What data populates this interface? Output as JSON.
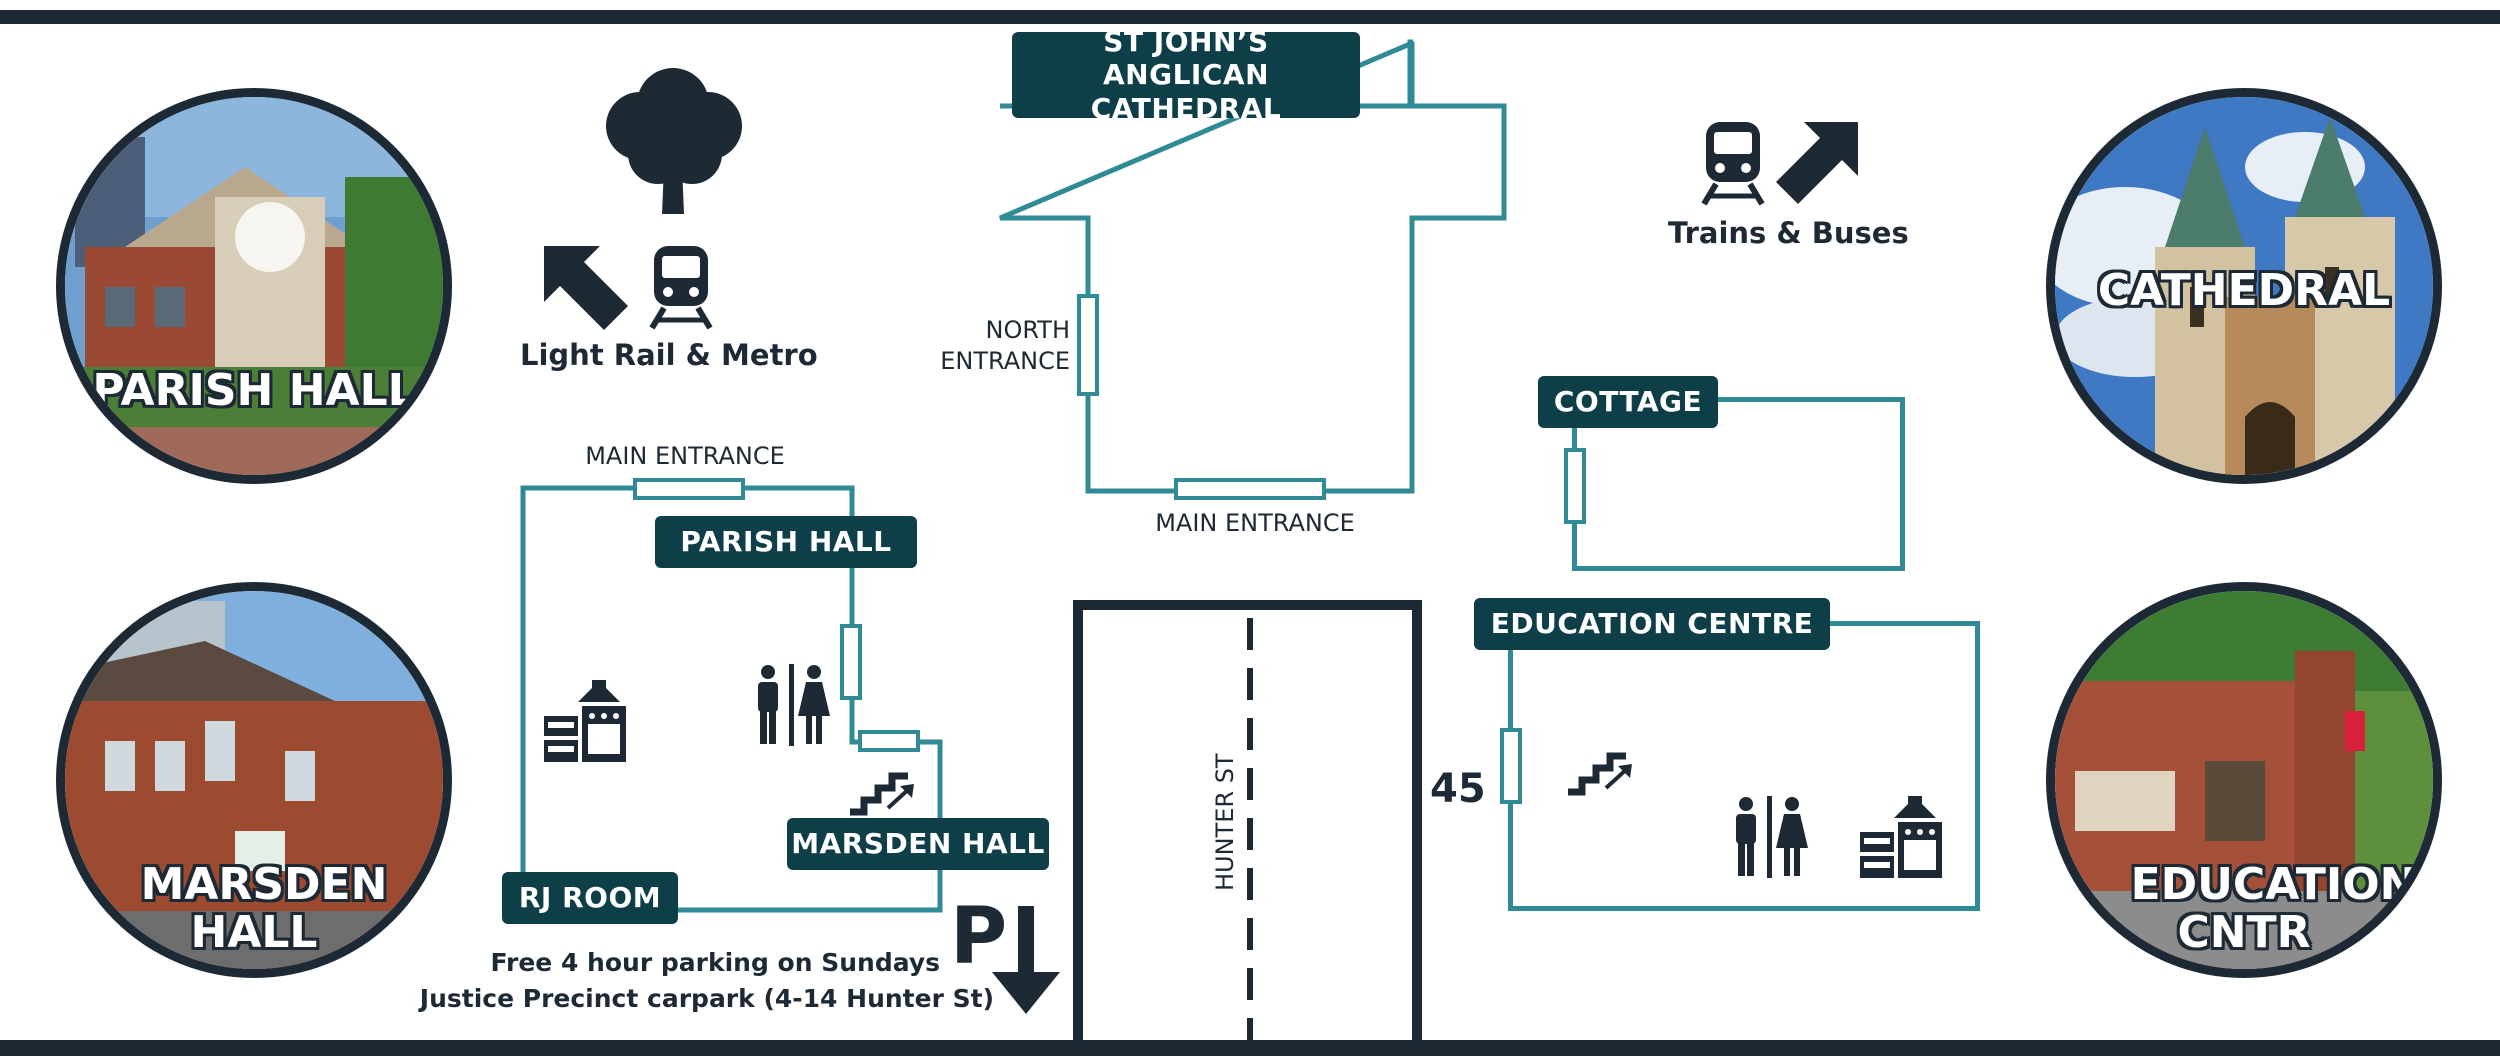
{
  "colors": {
    "navy": "#1d2a36",
    "teal": "#2f8a96",
    "label_bg": "#0e3f48"
  },
  "photos": {
    "parish_hall": "PARISH HALL",
    "marsden_hall": "MARSDEN HALL",
    "cathedral": "CATHEDRAL",
    "education_centre": "EDUCATION CNTR"
  },
  "map": {
    "cathedral_label": "ST JOHN’S ANGLICAN CATHEDRAL",
    "north_entrance": "NORTH ENTRANCE",
    "cathedral_main_entrance": "MAIN ENTRANCE",
    "cottage_label": "COTTAGE",
    "education_centre_label": "EDUCATION CENTRE",
    "street_number": "45",
    "parish_main_entrance": "MAIN ENTRANCE",
    "parish_hall_label": "PARISH HALL",
    "marsden_hall_label": "MARSDEN HALL",
    "rj_room_label": "RJ ROOM",
    "street_name": "HUNTER ST"
  },
  "transport": {
    "light_rail": "Light Rail & Metro",
    "trains_buses": "Trains & Buses"
  },
  "parking": {
    "sign": "P",
    "line1": "Free 4 hour parking on Sundays",
    "line2": "Justice Precinct carpark (4-14 Hunter St)"
  },
  "icons": [
    "tree-icon",
    "train-icon",
    "arrow-up-left-icon",
    "arrow-up-right-icon",
    "restroom-icon",
    "stairs-icon",
    "kitchen-icon",
    "parking-arrow-down-icon"
  ]
}
